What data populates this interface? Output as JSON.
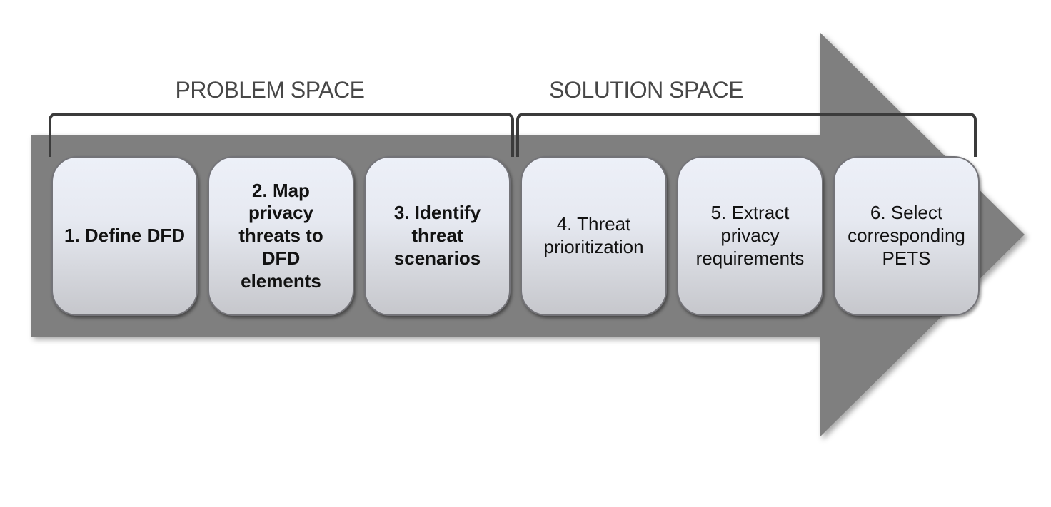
{
  "diagram": {
    "problem_space_label": "PROBLEM SPACE",
    "solution_space_label": "SOLUTION SPACE",
    "steps": [
      {
        "id": 1,
        "label": "1. Define DFD",
        "emphasis": "bold",
        "space": "problem"
      },
      {
        "id": 2,
        "label": "2. Map\nprivacy\nthreats to\nDFD\nelements",
        "emphasis": "bold",
        "space": "problem"
      },
      {
        "id": 3,
        "label": "3. Identify\nthreat\nscenarios",
        "emphasis": "bold",
        "space": "problem"
      },
      {
        "id": 4,
        "label": "4. Threat\nprioritization",
        "emphasis": "regular",
        "space": "solution"
      },
      {
        "id": 5,
        "label": "5. Extract\nprivacy\nrequirements",
        "emphasis": "regular",
        "space": "solution"
      },
      {
        "id": 6,
        "label": "6. Select\ncorresponding\nPETS",
        "emphasis": "regular",
        "space": "solution"
      }
    ],
    "colors": {
      "arrow_gray": "#7f7f7f",
      "bracket_dark": "#3b3b3b",
      "label_gray": "#474747",
      "box_gradient_top": "#edf0f8",
      "box_gradient_bottom": "#c6c7cc",
      "box_border": "#737378",
      "step_text": "#121212"
    }
  }
}
